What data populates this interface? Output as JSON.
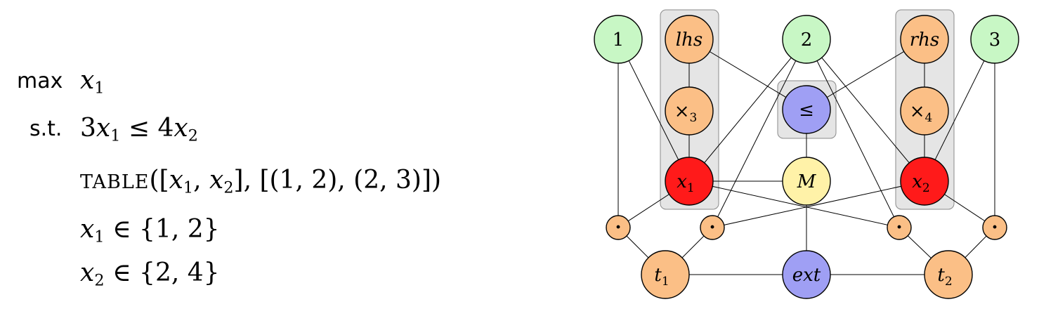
{
  "formulation": {
    "objective_kw": "max",
    "objective_var": "x",
    "objective_sub": "1",
    "st_kw": "s.t.",
    "c1_coef1": "3",
    "c1_var1": "x",
    "c1_sub1": "1",
    "c1_op": " ≤ ",
    "c1_coef2": "4",
    "c1_var2": "x",
    "c1_sub2": "2",
    "table_kw": "TABLE",
    "table_open": "([",
    "table_var1": "x",
    "table_sub1": "1",
    "table_sep": ", ",
    "table_var2": "x",
    "table_sub2": "2",
    "table_rest": "], [(1, 2), (2, 3)])",
    "dom1_var": "x",
    "dom1_sub": "1",
    "dom1_set": " ∈ {1, 2}",
    "dom2_var": "x",
    "dom2_sub": "2",
    "dom2_set": " ∈ {2, 4}"
  },
  "graph": {
    "colors": {
      "green": "#c8f7c5",
      "orange": "#fbbf86",
      "red": "#ff1a1a",
      "blue": "#9f9ff4",
      "yellow": "#fff2a8",
      "group": "#e5e5e5"
    },
    "nodes": [
      {
        "id": "n1",
        "label": "1",
        "sub": "",
        "italic": false,
        "color": "green"
      },
      {
        "id": "lhs",
        "label": "lhs",
        "sub": "",
        "italic": true,
        "color": "orange"
      },
      {
        "id": "n2",
        "label": "2",
        "sub": "",
        "italic": false,
        "color": "green"
      },
      {
        "id": "rhs",
        "label": "rhs",
        "sub": "",
        "italic": true,
        "color": "orange"
      },
      {
        "id": "n3",
        "label": "3",
        "sub": "",
        "italic": false,
        "color": "green"
      },
      {
        "id": "mul3",
        "label": "×",
        "sub": "3",
        "italic": false,
        "color": "orange"
      },
      {
        "id": "leq",
        "label": "≤",
        "sub": "",
        "italic": false,
        "color": "blue"
      },
      {
        "id": "mul4",
        "label": "×",
        "sub": "4",
        "italic": false,
        "color": "orange"
      },
      {
        "id": "x1",
        "label": "x",
        "sub": "1",
        "italic": true,
        "color": "red"
      },
      {
        "id": "M",
        "label": "M",
        "sub": "",
        "italic": true,
        "color": "yellow"
      },
      {
        "id": "x2",
        "label": "x",
        "sub": "2",
        "italic": true,
        "color": "red"
      },
      {
        "id": "d1",
        "label": "·",
        "sub": "",
        "italic": false,
        "color": "orange"
      },
      {
        "id": "d2",
        "label": "·",
        "sub": "",
        "italic": false,
        "color": "orange"
      },
      {
        "id": "d3",
        "label": "·",
        "sub": "",
        "italic": false,
        "color": "orange"
      },
      {
        "id": "d4",
        "label": "·",
        "sub": "",
        "italic": false,
        "color": "orange"
      },
      {
        "id": "t1",
        "label": "t",
        "sub": "1",
        "italic": true,
        "color": "orange"
      },
      {
        "id": "ext",
        "label": "ext",
        "sub": "",
        "italic": true,
        "color": "blue"
      },
      {
        "id": "t2",
        "label": "t",
        "sub": "2",
        "italic": true,
        "color": "orange"
      }
    ],
    "edges": [
      [
        "lhs",
        "mul3"
      ],
      [
        "mul3",
        "x1"
      ],
      [
        "rhs",
        "mul4"
      ],
      [
        "mul4",
        "x2"
      ],
      [
        "leq",
        "M"
      ],
      [
        "M",
        "ext"
      ],
      [
        "lhs",
        "leq"
      ],
      [
        "rhs",
        "leq"
      ],
      [
        "n1",
        "x1"
      ],
      [
        "n1",
        "d1"
      ],
      [
        "n3",
        "x2"
      ],
      [
        "n3",
        "d4"
      ],
      [
        "n2",
        "x1"
      ],
      [
        "n2",
        "d2"
      ],
      [
        "n2",
        "x2"
      ],
      [
        "n2",
        "d3"
      ],
      [
        "x1",
        "M"
      ],
      [
        "x1",
        "d1"
      ],
      [
        "x1",
        "d3"
      ],
      [
        "x2",
        "d2"
      ],
      [
        "x2",
        "d4"
      ],
      [
        "d1",
        "t1"
      ],
      [
        "d2",
        "t1"
      ],
      [
        "d3",
        "t2"
      ],
      [
        "d4",
        "t2"
      ],
      [
        "t1",
        "ext"
      ],
      [
        "ext",
        "t2"
      ]
    ]
  }
}
